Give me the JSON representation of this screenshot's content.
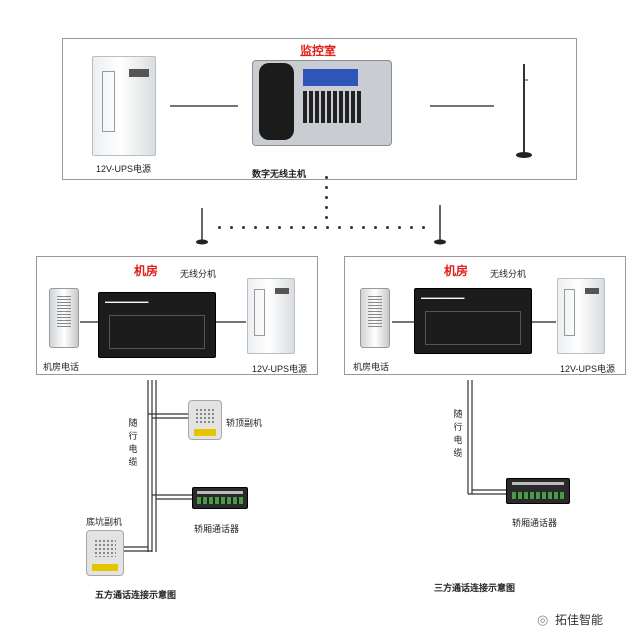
{
  "control_room": {
    "title": "监控室",
    "ups_label": "12V-UPS电源",
    "host_label": "数字无线主机"
  },
  "machine_room_left": {
    "title": "机房",
    "unit_label": "无线分机",
    "phone_label": "机房电话",
    "ups_label": "12V-UPS电源",
    "cable_label": "随行电缆",
    "car_top_label": "轿顶副机",
    "car_intercom_label": "轿厢通话器",
    "pit_label": "底坑副机",
    "caption": "五方通话连接示意图"
  },
  "machine_room_right": {
    "title": "机房",
    "unit_label": "无线分机",
    "phone_label": "机房电话",
    "ups_label": "12V-UPS电源",
    "cable_label": "随行电缆",
    "car_intercom_label": "轿厢通话器",
    "caption": "三方通话连接示意图"
  },
  "watermark": "拓佳智能",
  "colors": {
    "accent_red": "#e0201c",
    "border": "#999999",
    "line": "#333333"
  }
}
